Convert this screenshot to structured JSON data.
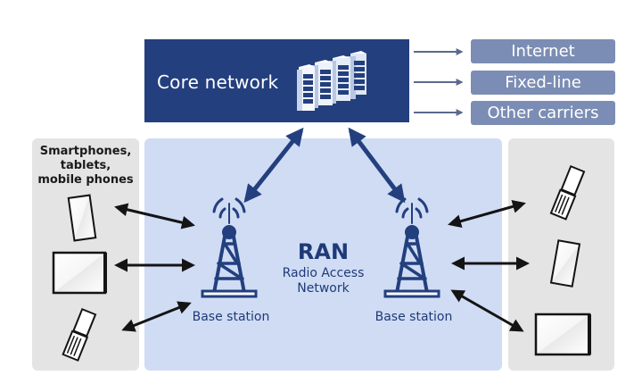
{
  "core_network": {
    "label": "Core network",
    "icon": "server-rack-icon"
  },
  "external_connections": [
    {
      "label": "Internet"
    },
    {
      "label": "Fixed-line"
    },
    {
      "label": "Other carriers"
    }
  ],
  "devices_left": {
    "title_lines": [
      "Smartphones,",
      "tablets,",
      "mobile phones"
    ],
    "devices": [
      "smartphone-icon",
      "tablet-icon",
      "flip-phone-icon"
    ]
  },
  "devices_right": {
    "devices": [
      "flip-phone-icon",
      "smartphone-icon",
      "tablet-icon"
    ]
  },
  "ran": {
    "title": "RAN",
    "subtitle_lines": [
      "Radio Access",
      "Network"
    ],
    "base_stations": [
      {
        "label": "Base station"
      },
      {
        "label": "Base station"
      }
    ]
  },
  "colors": {
    "core_bg": "#233f7e",
    "external_label_bg": "#7b8db4",
    "ran_bg": "#cfdcf4",
    "device_panel_bg": "#e4e4e4",
    "accent_text": "#1f3a78"
  }
}
